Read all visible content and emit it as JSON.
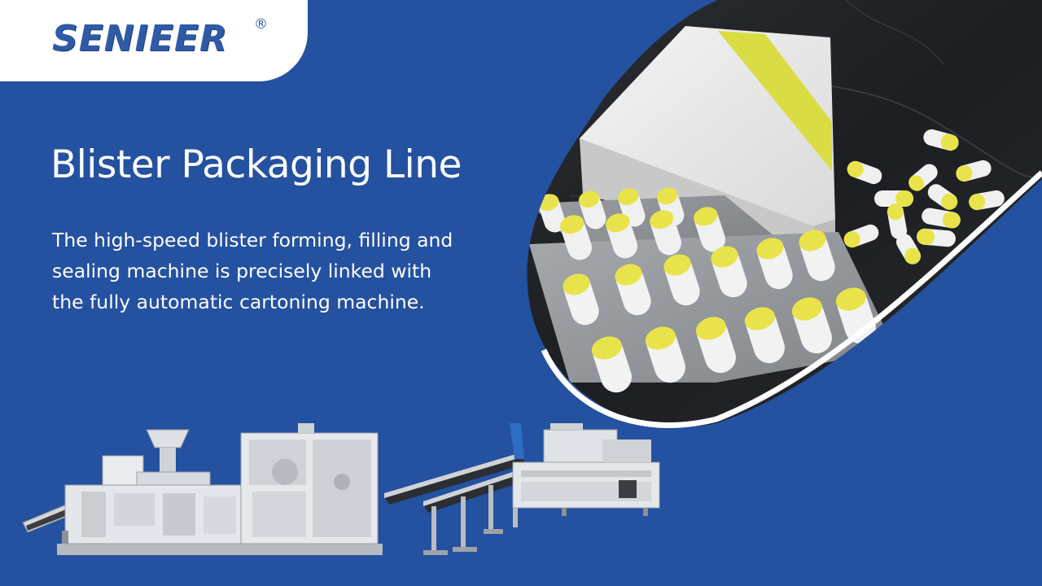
{
  "brand": {
    "logo_text": "SENIEER",
    "registered_mark": "®"
  },
  "hero": {
    "title": "Blister Packaging Line",
    "description_lines": [
      "The high-speed blister forming, filling and",
      "sealing machine is precisely linked with",
      "the fully automatic cartoning machine."
    ]
  },
  "colors": {
    "background": "#2451a0",
    "badge": "#ffffff",
    "logo_blue": "#2f5aa6",
    "capsule_yellow": "#e8e34a",
    "capsule_white": "#f0f0f0",
    "blister_gray": "#8e9195",
    "carton_stripe": "#d9db3a"
  },
  "images": {
    "hero_photo": "capsule-blister-photo",
    "machine_1": "blister-packaging-machine",
    "machine_2": "cartoning-machine"
  }
}
